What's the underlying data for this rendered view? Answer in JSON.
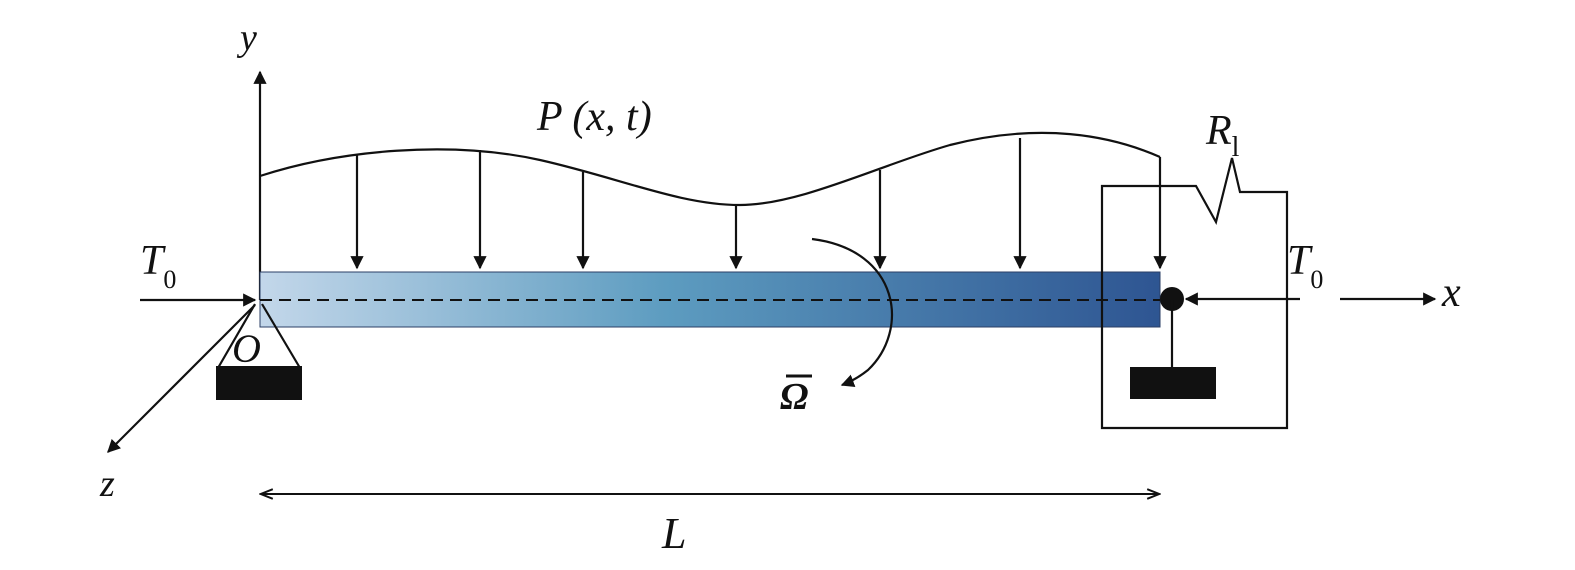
{
  "labels": {
    "y_axis": "y",
    "x_axis": "x",
    "z_axis": "z",
    "origin": "O",
    "load": "P (x, t)",
    "tension_left": "T",
    "tension_left_sub": "0",
    "tension_right": "T",
    "tension_right_sub": "0",
    "spring": "R",
    "spring_sub": "l",
    "rotation": "Ω",
    "length": "L"
  },
  "colors": {
    "beam_start": "#c3d7ea",
    "beam_mid": "#5d9cc0",
    "beam_end": "#2e5592",
    "line": "#111111"
  },
  "icons": {
    "left_support": "pin-support-icon",
    "right_support": "roller-support-icon"
  }
}
